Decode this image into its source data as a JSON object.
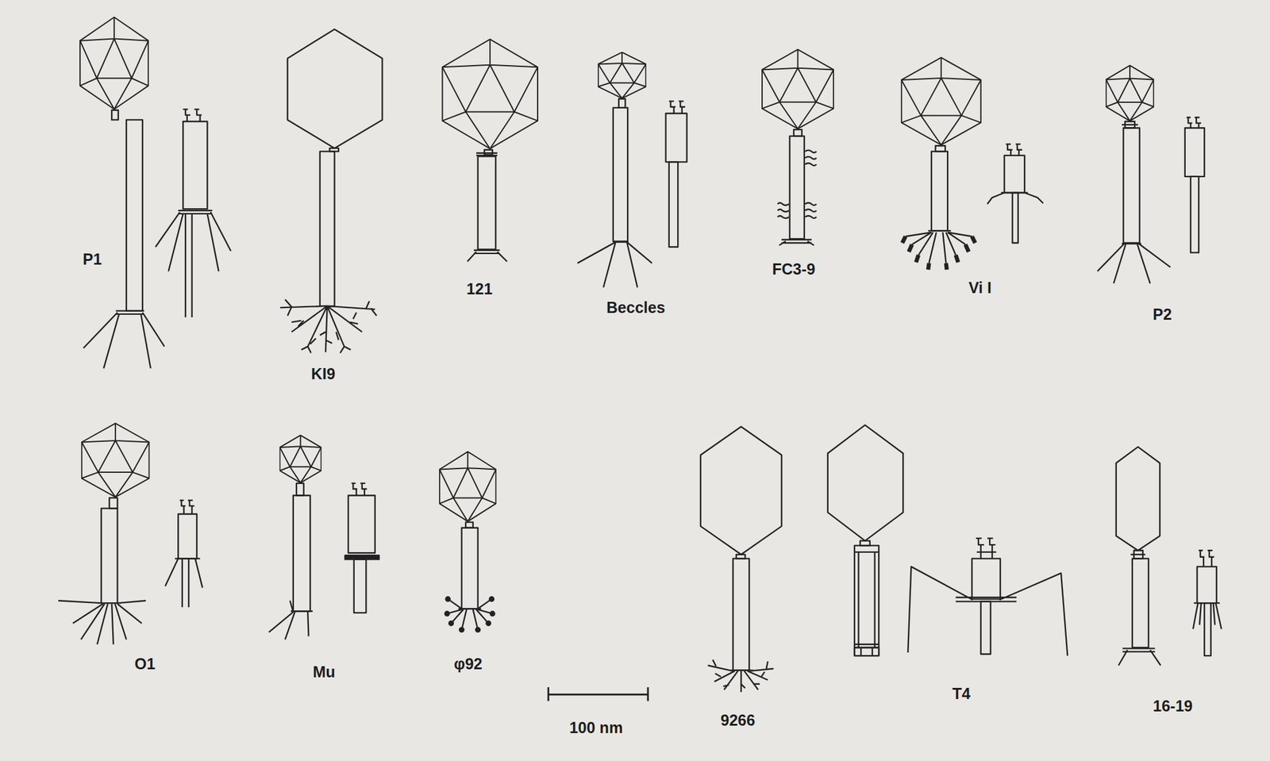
{
  "diagram": {
    "labels": [
      "P1",
      "KI9",
      "121",
      "Beccles",
      "FC3-9",
      "Vi I",
      "P2",
      "O1",
      "Mu",
      "φ92",
      "100 nm",
      "9266",
      "T4",
      "16-19"
    ]
  }
}
